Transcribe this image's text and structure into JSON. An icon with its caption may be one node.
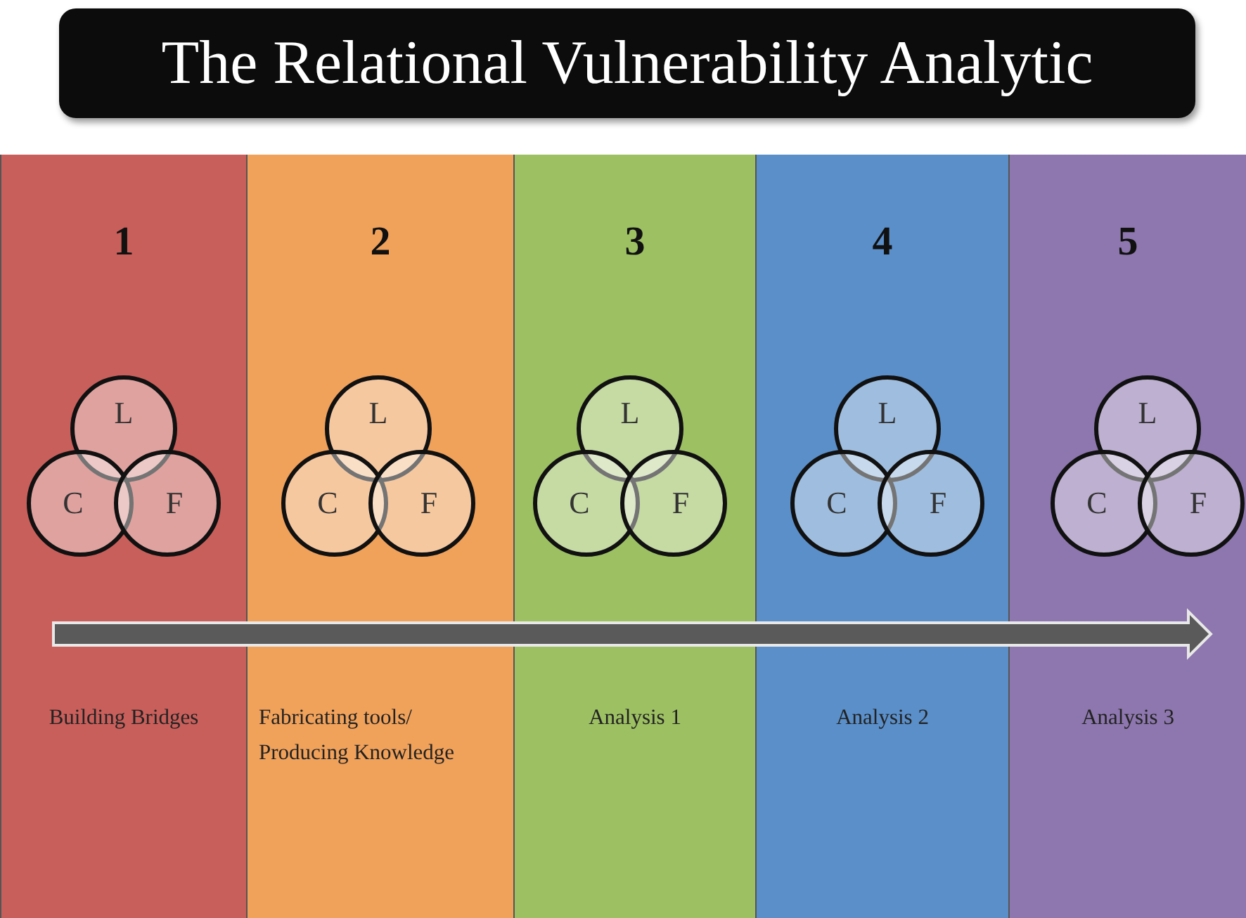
{
  "diagram": {
    "title": "The Relational Vulnerability Analytic",
    "nodes": [
      {
        "text": [
          "1",
          "Building Bridges"
        ]
      },
      {
        "text": [
          "L"
        ],
        "in": 0
      },
      {
        "text": [
          "C"
        ],
        "in": 0
      },
      {
        "text": [
          "F"
        ],
        "in": 0
      },
      {
        "text": [
          "2",
          "Fabricating tools/ Producing Knowledge"
        ]
      },
      {
        "text": [
          "L"
        ],
        "in": 4
      },
      {
        "text": [
          "C"
        ],
        "in": 4
      },
      {
        "text": [
          "F"
        ],
        "in": 4
      },
      {
        "text": [
          "3",
          "Analysis 1"
        ]
      },
      {
        "text": [
          "L"
        ],
        "in": 8
      },
      {
        "text": [
          "C"
        ],
        "in": 8
      },
      {
        "text": [
          "F"
        ],
        "in": 8
      },
      {
        "text": [
          "4",
          "Analysis 2"
        ]
      },
      {
        "text": [
          "L"
        ],
        "in": 12
      },
      {
        "text": [
          "C"
        ],
        "in": 12
      },
      {
        "text": [
          "F"
        ],
        "in": 12
      },
      {
        "text": [
          "5",
          "Analysis 3"
        ]
      },
      {
        "text": [
          "L"
        ],
        "in": 16
      },
      {
        "text": [
          "C"
        ],
        "in": 16
      },
      {
        "text": [
          "F"
        ],
        "in": 16
      }
    ],
    "edges": []
  }
}
